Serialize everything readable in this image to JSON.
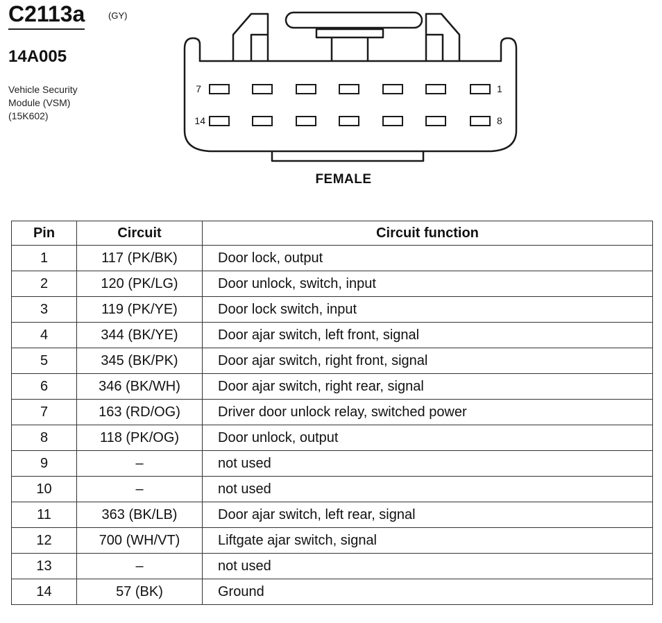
{
  "connector": {
    "id": "C2113a",
    "color": "(GY)",
    "part_number": "14A005",
    "module_lines": [
      "Vehicle Security",
      "Module (VSM)",
      "(15K602)"
    ],
    "gender": "FEMALE",
    "pin_labels": {
      "top_left": "7",
      "top_right": "1",
      "bottom_left": "14",
      "bottom_right": "8"
    }
  },
  "table": {
    "headers": [
      "Pin",
      "Circuit",
      "Circuit function"
    ],
    "rows": [
      {
        "pin": "1",
        "circuit": "117 (PK/BK)",
        "function": "Door lock, output"
      },
      {
        "pin": "2",
        "circuit": "120 (PK/LG)",
        "function": "Door unlock, switch, input"
      },
      {
        "pin": "3",
        "circuit": "119 (PK/YE)",
        "function": "Door lock switch, input"
      },
      {
        "pin": "4",
        "circuit": "344 (BK/YE)",
        "function": "Door ajar switch, left front, signal"
      },
      {
        "pin": "5",
        "circuit": "345 (BK/PK)",
        "function": "Door ajar switch, right front, signal"
      },
      {
        "pin": "6",
        "circuit": "346 (BK/WH)",
        "function": "Door ajar switch, right rear, signal"
      },
      {
        "pin": "7",
        "circuit": "163 (RD/OG)",
        "function": "Driver door unlock relay, switched power"
      },
      {
        "pin": "8",
        "circuit": "118 (PK/OG)",
        "function": "Door unlock, output"
      },
      {
        "pin": "9",
        "circuit": "–",
        "function": "not used"
      },
      {
        "pin": "10",
        "circuit": "–",
        "function": "not used"
      },
      {
        "pin": "11",
        "circuit": "363 (BK/LB)",
        "function": "Door ajar switch, left rear, signal"
      },
      {
        "pin": "12",
        "circuit": "700 (WH/VT)",
        "function": "Liftgate ajar switch, signal"
      },
      {
        "pin": "13",
        "circuit": "–",
        "function": "not used"
      },
      {
        "pin": "14",
        "circuit": "57 (BK)",
        "function": "Ground"
      }
    ]
  }
}
